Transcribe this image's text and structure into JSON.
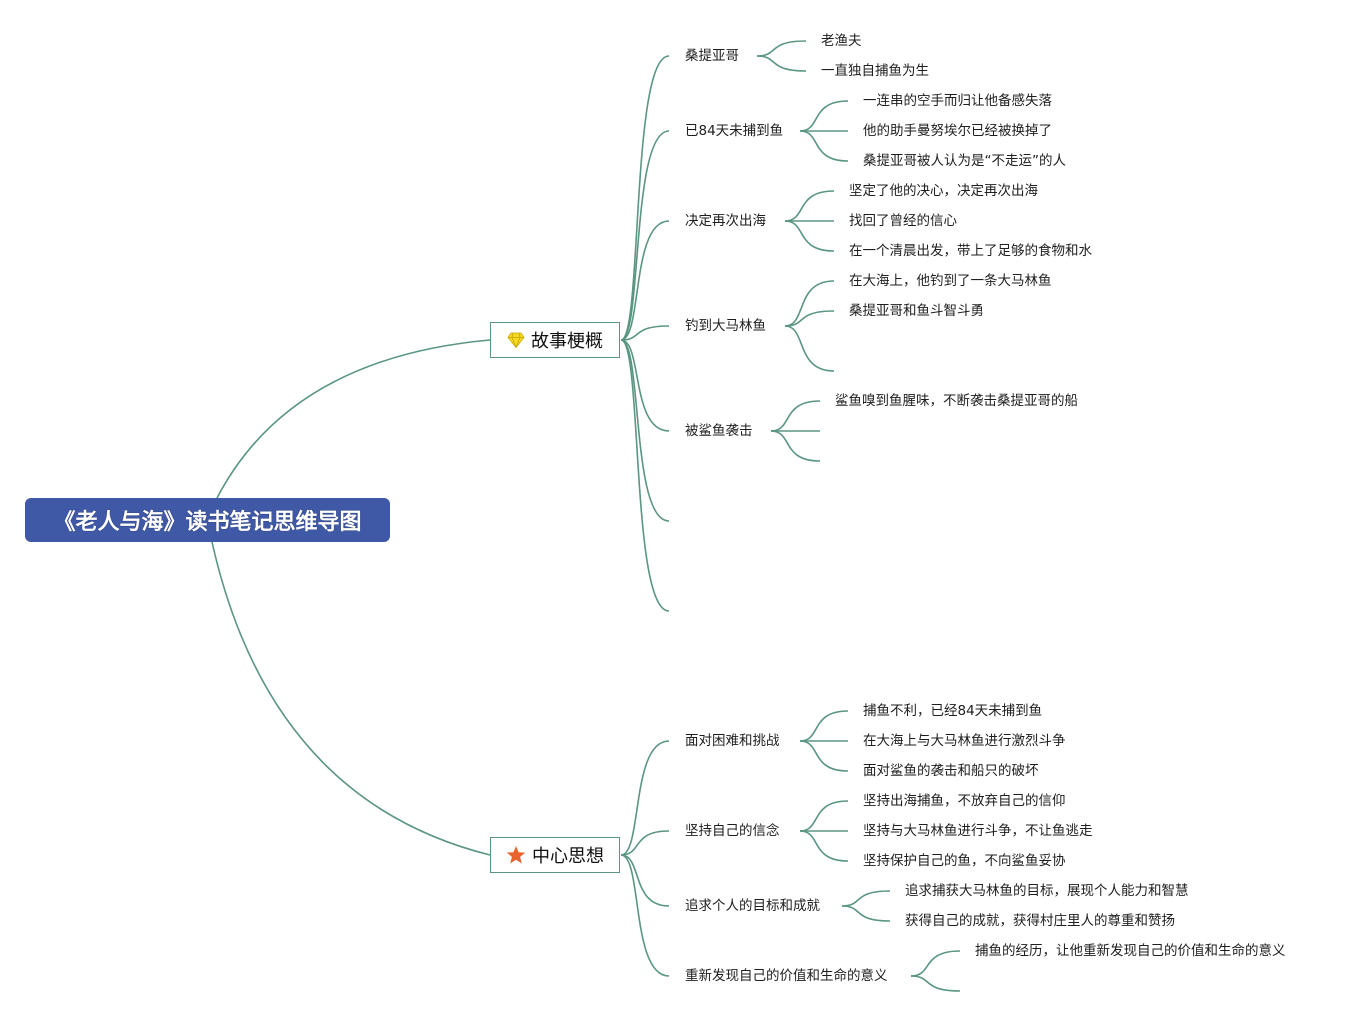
{
  "root": {
    "title": "《老人与海》读书笔记思维导图"
  },
  "colors": {
    "root_fill": "#4059a6",
    "line": "#5a9681",
    "gem": "#f5d927",
    "star": "#e8632e"
  },
  "branches": [
    {
      "label": "故事梗概",
      "icon": "gem-icon",
      "topics": [
        {
          "label": "桑提亚哥",
          "children": [
            "老渔夫",
            "一直独自捕鱼为生"
          ]
        },
        {
          "label": "已84天未捕到鱼",
          "children": [
            "一连串的空手而归让他备感失落",
            "他的助手曼努埃尔已经被换掉了",
            "桑提亚哥被人认为是“不走运”的人"
          ]
        },
        {
          "label": "决定再次出海",
          "children": [
            "坚定了他的决心，决定再次出海",
            "找回了曾经的信心",
            "在一个清晨出发，带上了足够的食物和水"
          ]
        },
        {
          "label": "钓到大马林鱼",
          "children": [
            "在大海上，他钓到了一条大马林鱼",
            "桑提亚哥和鱼斗智斗勇",
            ""
          ]
        },
        {
          "label": "被鲨鱼袭击",
          "children": [
            "鲨鱼嗅到鱼腥味，不断袭击桑提亚哥的船",
            "",
            ""
          ]
        },
        {
          "label": "",
          "children": []
        },
        {
          "label": "",
          "children": []
        }
      ]
    },
    {
      "label": "中心思想",
      "icon": "star-icon",
      "topics": [
        {
          "label": "面对困难和挑战",
          "children": [
            "捕鱼不利，已经84天未捕到鱼",
            "在大海上与大马林鱼进行激烈斗争",
            "面对鲨鱼的袭击和船只的破坏"
          ]
        },
        {
          "label": "坚持自己的信念",
          "children": [
            "坚持出海捕鱼，不放弃自己的信仰",
            "坚持与大马林鱼进行斗争，不让鱼逃走",
            "坚持保护自己的鱼，不向鲨鱼妥协"
          ]
        },
        {
          "label": "追求个人的目标和成就",
          "children": [
            "追求捕获大马林鱼的目标，展现个人能力和智慧",
            "获得自己的成就，获得村庄里人的尊重和赞扬"
          ]
        },
        {
          "label": "重新发现自己的价值和生命的意义",
          "children": [
            "捕鱼的经历，让他重新发现自己的价值和生命的意义",
            ""
          ]
        }
      ]
    }
  ]
}
